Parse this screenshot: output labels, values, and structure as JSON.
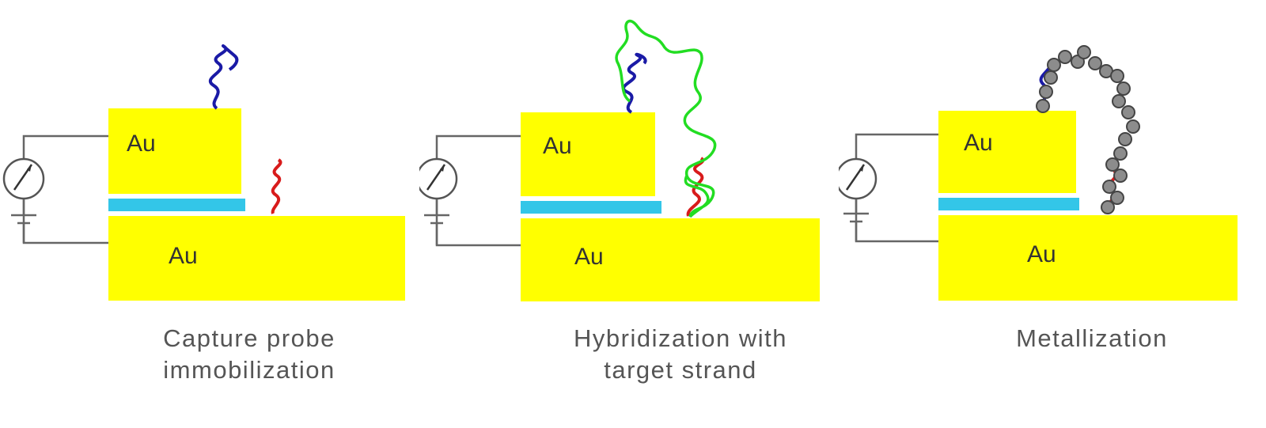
{
  "panels": [
    {
      "electrode_top_label": "Au",
      "electrode_bottom_label": "Au",
      "caption_lines": [
        "Capture probe",
        "immobilization"
      ]
    },
    {
      "electrode_top_label": "Au",
      "electrode_bottom_label": "Au",
      "caption_lines": [
        "Hybridization with",
        "target strand"
      ]
    },
    {
      "electrode_top_label": "Au",
      "electrode_bottom_label": "Au",
      "caption_lines": [
        "Metallization"
      ]
    }
  ],
  "colors": {
    "gold_electrode": "#ffff00",
    "insulator": "#33c6e8",
    "probe_strand_blue": "#1a1aa6",
    "capture_strand_red": "#d81b1b",
    "target_strand_green": "#22dd22",
    "metal_particle": "#8c8c8c",
    "wire": "#666666"
  }
}
